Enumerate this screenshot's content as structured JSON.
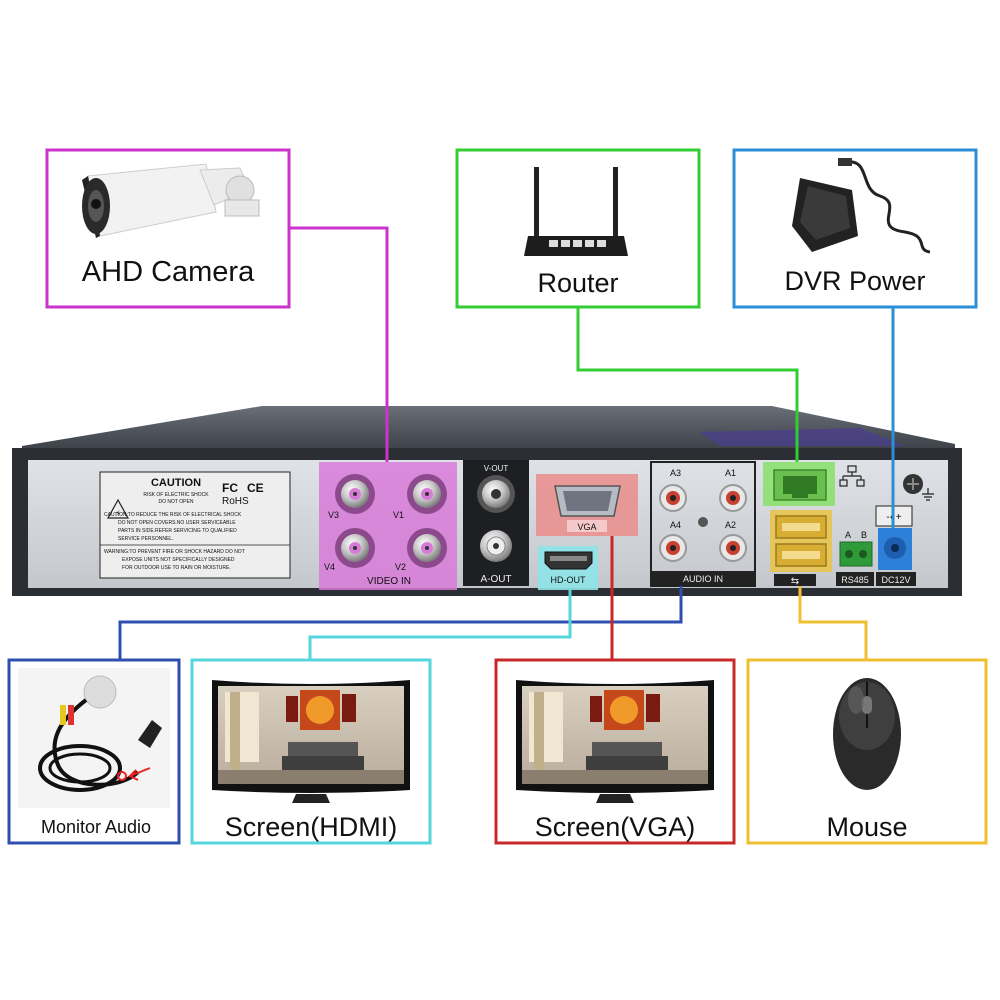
{
  "colors": {
    "camera": "#cc33cc",
    "router": "#33cc33",
    "power": "#2a8fd6",
    "monitor_audio": "#2f4fb0",
    "hdmi": "#55d6dc",
    "vga": "#c82828",
    "mouse": "#f0c030",
    "panel": "#cfd2d6",
    "chassis": "#2b2e33"
  },
  "devices": {
    "camera": {
      "label": "AHD Camera",
      "icon": "bullet-camera-icon"
    },
    "router": {
      "label": "Router",
      "icon": "router-icon"
    },
    "power": {
      "label": "DVR Power",
      "icon": "power-adapter-icon"
    },
    "monitor_audio": {
      "label": "Monitor Audio",
      "icon": "microphone-cable-icon"
    },
    "screen_hdmi": {
      "label": "Screen(HDMI)",
      "icon": "tv-icon"
    },
    "screen_vga": {
      "label": "Screen(VGA)",
      "icon": "tv-icon"
    },
    "mouse": {
      "label": "Mouse",
      "icon": "mouse-icon"
    }
  },
  "dvr_panel": {
    "caution": {
      "title": "CAUTION",
      "subtitle_1": "RISK OF ELECTRIC SHOCK",
      "subtitle_2": "DO NOT OPEN",
      "lines": [
        "CAUTION:TO REDUCE THE RISK OF ELECTRICAL SHOCK",
        "DO NOT OPEN COVERS.NO USER SERVICEABLE",
        "PARTS IN SIDE.REFER SERVICING TO QUALIFIED",
        "SERVICE PERSONNEL.",
        "WARNING:TO PREVENT FIRE OR SHOCK HAZARD DO NOT",
        "EXPOSE UNITS NOT SPECIFICALLY DESIGNED",
        "FOR OUTDOOR USE TO RAIN OR MOISTURE."
      ]
    },
    "fcc": "FC",
    "ce": "CE",
    "rohs": "RoHS",
    "video_in": {
      "label": "VIDEO IN",
      "ports": [
        "V3",
        "V1",
        "V4",
        "V2"
      ]
    },
    "v_out": "V-OUT",
    "a_out": "A-OUT",
    "vga": "VGA",
    "hd_out": "HD-OUT",
    "audio_in": {
      "label": "AUDIO IN",
      "ports": [
        "A3",
        "A1",
        "A4",
        "A2"
      ]
    },
    "rs485": {
      "label": "RS485",
      "a": "A",
      "b": "B"
    },
    "dc12v": "DC12V"
  }
}
